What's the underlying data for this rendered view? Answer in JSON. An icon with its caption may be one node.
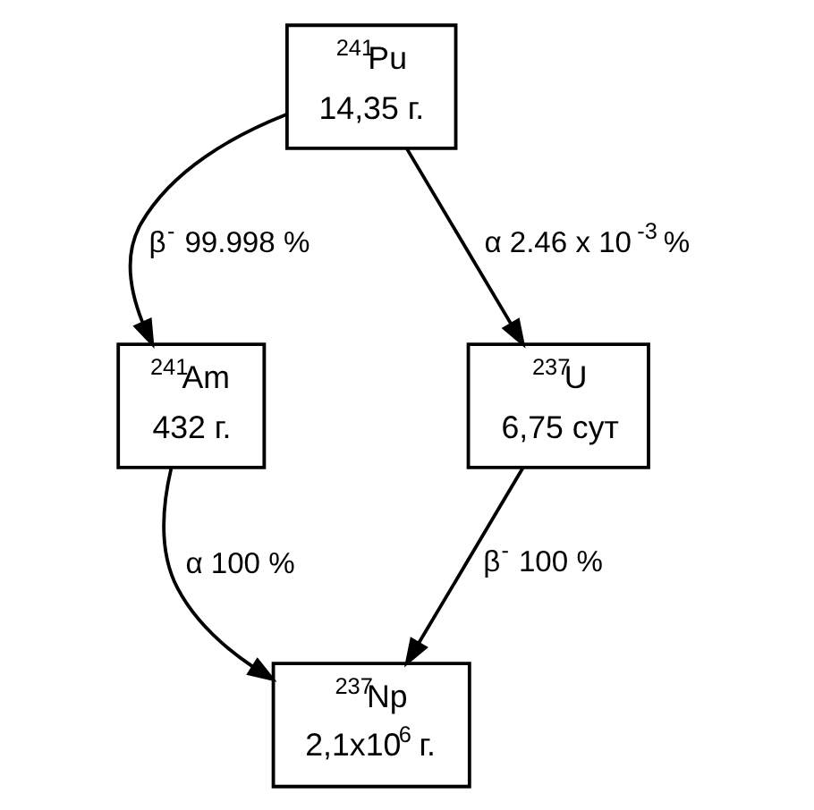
{
  "diagram": {
    "nodes": [
      {
        "text": [
          "$^{241}$Pu",
          "14,35 г."
        ]
      },
      {
        "text": [
          "$^{241}$Am",
          "432 г."
        ]
      },
      {
        "text": [
          "$^{237}$U",
          "6,75 сут"
        ]
      },
      {
        "text": [
          "$^{237}$Np",
          "2,1x10$^{6}$ г."
        ]
      }
    ],
    "edges": [
      {
        "from": 0,
        "to": 1,
        "arrow": "to",
        "label": "β$^{-}$ 99.998 %"
      },
      {
        "from": 0,
        "to": 2,
        "arrow": "to",
        "label": "α 2.46 x 10$^{-3}$ %"
      },
      {
        "from": 1,
        "to": 3,
        "arrow": "to",
        "label": "α 100 %"
      },
      {
        "from": 2,
        "to": 3,
        "arrow": "to",
        "label": "β$^{-}$ 100 %"
      }
    ]
  }
}
